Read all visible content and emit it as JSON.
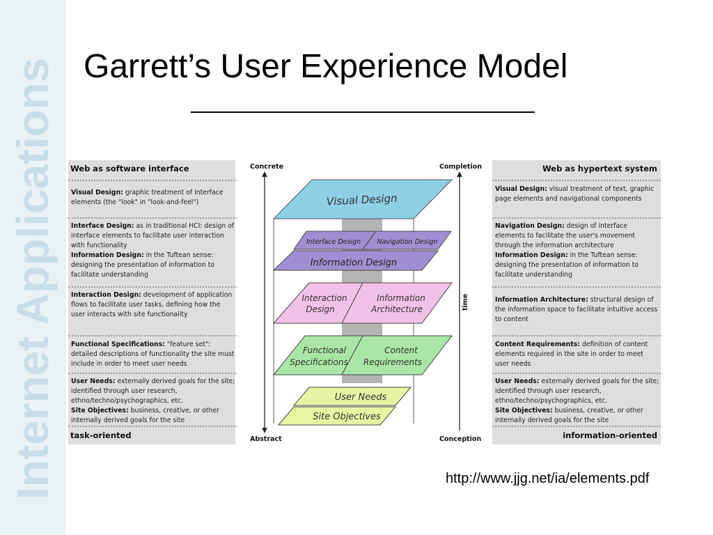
{
  "slide": {
    "side_watermark": "Internet Applications",
    "title": "Garrett’s User Experience Model",
    "url": "http://www.jjg.net/ia/elements.pdf"
  },
  "left_panel": {
    "heading": "Web as software interface",
    "footer": "task-oriented",
    "blocks": [
      {
        "terms": [
          {
            "term": "Visual Design:",
            "text": " graphic treatment of interface elements (the \"look\" in \"look-and-feel\")"
          }
        ]
      },
      {
        "terms": [
          {
            "term": "Interface Design:",
            "text": " as in traditional HCI: design of interface elements to facilitate user interaction with functionality"
          },
          {
            "term": "Information Design:",
            "text": " in the Tuftean sense: designing the presentation of information to facilitate understanding"
          }
        ]
      },
      {
        "terms": [
          {
            "term": "Interaction Design:",
            "text": " development of application flows to facilitate user tasks, defining how the user interacts with site functionality"
          }
        ]
      },
      {
        "terms": [
          {
            "term": "Functional Specifications:",
            "text": " \"feature set\": detailed descriptions of functionality the site must include in order to meet user needs"
          }
        ]
      },
      {
        "terms": [
          {
            "term": "User Needs:",
            "text": " externally derived goals for the site; identified through user research, ethno/techno/psychographics, etc."
          },
          {
            "term": "Site Objectives:",
            "text": " business, creative, or other internally derived goals for the site"
          }
        ]
      }
    ]
  },
  "right_panel": {
    "heading": "Web as hypertext system",
    "footer": "information-oriented",
    "blocks": [
      {
        "terms": [
          {
            "term": "Visual Design:",
            "text": " visual treatment of text, graphic page elements and navigational components"
          }
        ]
      },
      {
        "terms": [
          {
            "term": "Navigation Design:",
            "text": " design of interface elements to facilitate the user's movement through the information architecture"
          },
          {
            "term": "Information Design:",
            "text": " in the Tuftean sense: designing the presentation of information to facilitate understanding"
          }
        ]
      },
      {
        "terms": [
          {
            "term": "Information Architecture:",
            "text": " structural design of the information space to facilitate intuitive access to content"
          }
        ]
      },
      {
        "terms": [
          {
            "term": "Content Requirements:",
            "text": " definition of content elements required in the site in order to meet user needs"
          }
        ]
      },
      {
        "terms": [
          {
            "term": "User Needs:",
            "text": " externally derived goals for the site; identified through user research, ethno/techno/psychographics, etc."
          },
          {
            "term": "Site Objectives:",
            "text": " business, creative, or other internally derived goals for the site"
          }
        ]
      }
    ]
  },
  "diagram": {
    "concrete": "Concrete",
    "abstract": "Abstract",
    "completion": "Completion",
    "conception": "Conception",
    "time": "time",
    "planes": {
      "visual_design": "Visual Design",
      "interface_design": "Interface Design",
      "navigation_design": "Navigation Design",
      "information_design": "Information Design",
      "interaction_design": [
        "Interaction",
        "Design"
      ],
      "information_architecture": [
        "Information",
        "Architecture"
      ],
      "functional_specifications": [
        "Functional",
        "Specifications"
      ],
      "content_requirements": [
        "Content",
        "Requirements"
      ],
      "user_needs": "User Needs",
      "site_objectives": "Site Objectives"
    },
    "colors": {
      "visual": "#8ecfe6",
      "interface": "#9f8fd2",
      "interaction": "#f0c2e6",
      "functional": "#a9e6a6",
      "strategy": "#e6f5a3",
      "divider": "#9b9b9b"
    }
  }
}
